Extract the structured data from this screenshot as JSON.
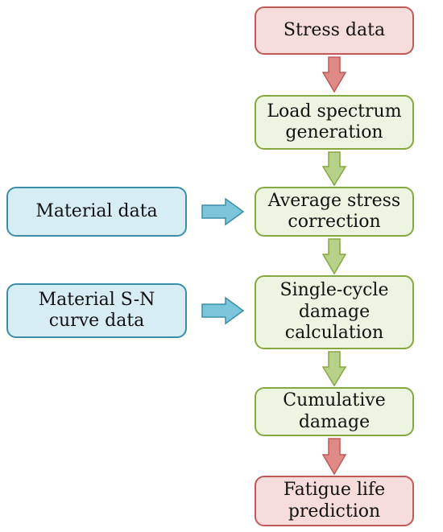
{
  "flowchart": {
    "main_steps": [
      {
        "id": "stress_data",
        "label": "Stress data"
      },
      {
        "id": "load_spectrum",
        "label": "Load spectrum\ngeneration"
      },
      {
        "id": "average_stress",
        "label": "Average stress\ncorrection"
      },
      {
        "id": "single_cycle",
        "label": "Single-cycle\ndamage\ncalculation"
      },
      {
        "id": "cumulative",
        "label": "Cumulative\ndamage"
      },
      {
        "id": "fatigue_life",
        "label": "Fatigue life\nprediction"
      }
    ],
    "inputs": [
      {
        "id": "material_data",
        "label": "Material data"
      },
      {
        "id": "sn_curve",
        "label": "Material S-N\ncurve data"
      }
    ]
  },
  "colors": {
    "red_fill": "#f6dcdb",
    "red_border": "#bf5a58",
    "red_arrow": "#e08a88",
    "green_fill": "#eef4e2",
    "green_border": "#86a93f",
    "green_arrow": "#b8d18a",
    "blue_fill": "#d7edf4",
    "blue_border": "#3b8ea7",
    "blue_arrow": "#7cc6dc"
  }
}
